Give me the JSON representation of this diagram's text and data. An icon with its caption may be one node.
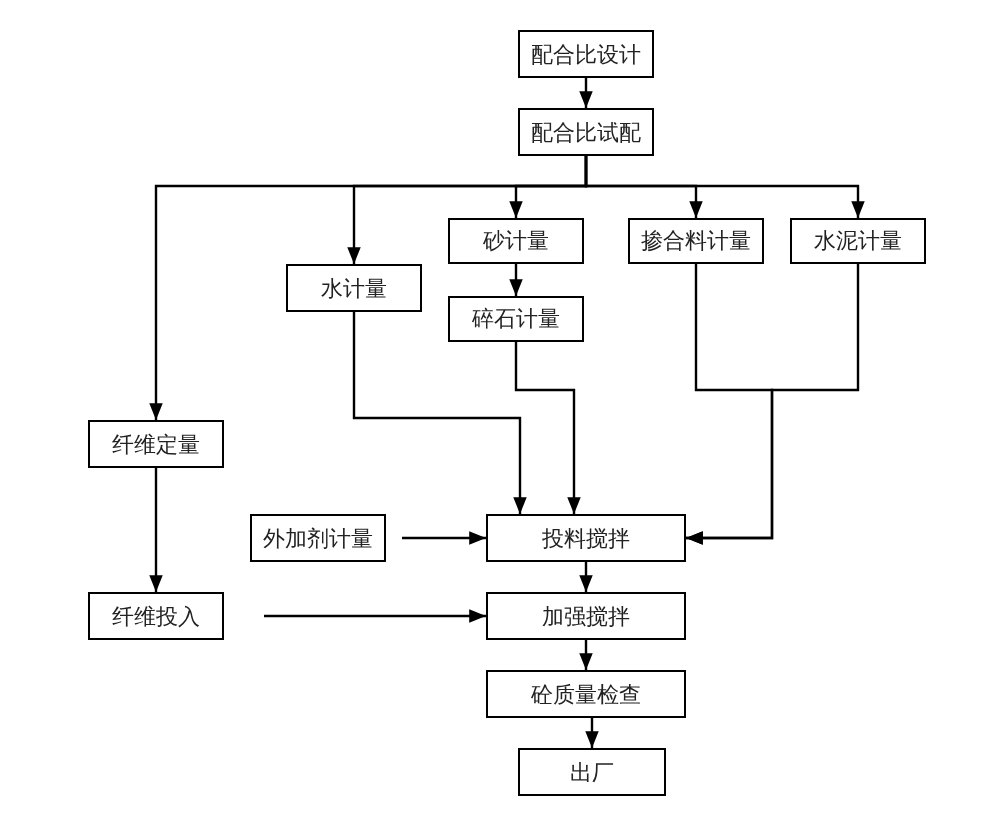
{
  "diagram": {
    "nodes": [
      {
        "text": [
          "配合比设计"
        ]
      },
      {
        "text": [
          "配合比试配"
        ]
      },
      {
        "text": [
          "砂计量"
        ]
      },
      {
        "text": [
          "掺合料计量"
        ]
      },
      {
        "text": [
          "水泥计量"
        ]
      },
      {
        "text": [
          "水计量"
        ]
      },
      {
        "text": [
          "碎石计量"
        ]
      },
      {
        "text": [
          "纤维定量"
        ]
      },
      {
        "text": [
          "外加剂计量"
        ]
      },
      {
        "text": [
          "投料搅拌"
        ]
      },
      {
        "text": [
          "纤维投入"
        ]
      },
      {
        "text": [
          "加强搅拌"
        ]
      },
      {
        "text": [
          "砼质量检查"
        ]
      },
      {
        "text": [
          "出厂"
        ]
      }
    ],
    "edges": [
      {
        "from": 0,
        "to": 1,
        "arrow": "to"
      },
      {
        "from": 1,
        "to": 7,
        "arrow": "to"
      },
      {
        "from": 1,
        "to": 5,
        "arrow": "to"
      },
      {
        "from": 1,
        "to": 2,
        "arrow": "to"
      },
      {
        "from": 1,
        "to": 3,
        "arrow": "to"
      },
      {
        "from": 1,
        "to": 4,
        "arrow": "to"
      },
      {
        "from": 2,
        "to": 6,
        "arrow": "to"
      },
      {
        "from": 5,
        "to": 9,
        "arrow": "to"
      },
      {
        "from": 6,
        "to": 9,
        "arrow": "to"
      },
      {
        "from": 3,
        "to": 9,
        "arrow": "to"
      },
      {
        "from": 4,
        "to": 9,
        "arrow": "to"
      },
      {
        "from": 8,
        "to": 9,
        "arrow": "to"
      },
      {
        "from": 7,
        "to": 10,
        "arrow": "to"
      },
      {
        "from": 10,
        "to": 11,
        "arrow": "to"
      },
      {
        "from": 9,
        "to": 11,
        "arrow": "to"
      },
      {
        "from": 11,
        "to": 12,
        "arrow": "to"
      },
      {
        "from": 12,
        "to": 13,
        "arrow": "to"
      }
    ]
  }
}
